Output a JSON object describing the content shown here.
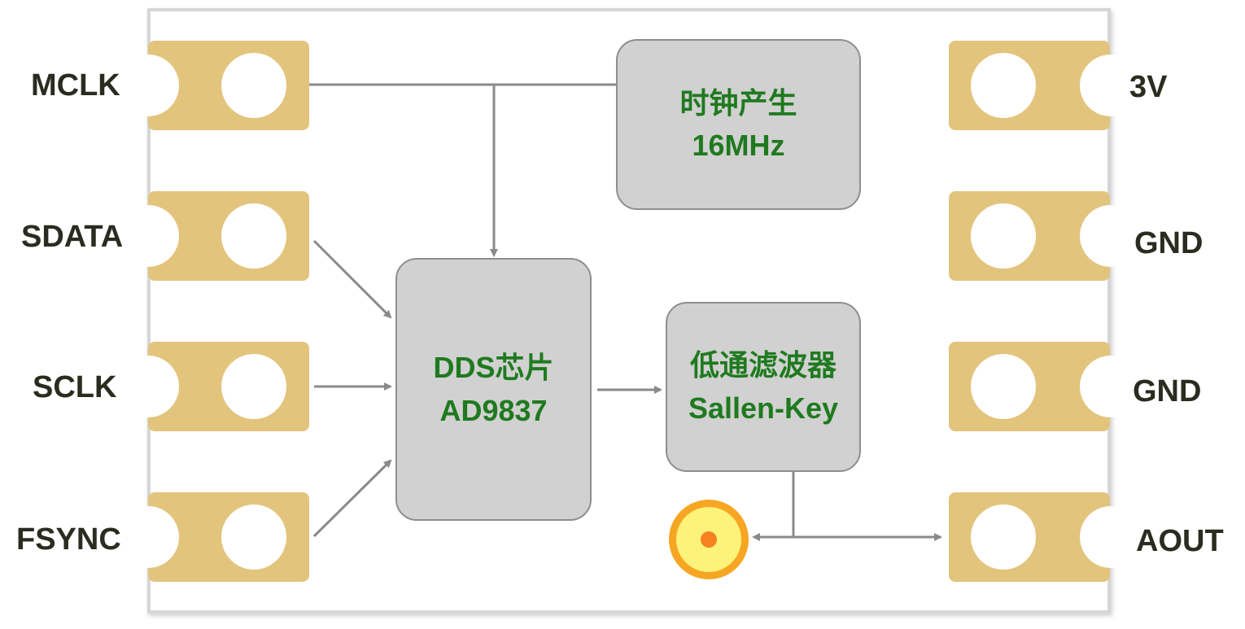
{
  "pins_left": [
    {
      "id": "mclk",
      "label": "MCLK"
    },
    {
      "id": "sdata",
      "label": "SDATA"
    },
    {
      "id": "sclk",
      "label": "SCLK"
    },
    {
      "id": "fsync",
      "label": "FSYNC"
    }
  ],
  "pins_right": [
    {
      "id": "3v",
      "label": "3V"
    },
    {
      "id": "gnd1",
      "label": "GND"
    },
    {
      "id": "gnd2",
      "label": "GND"
    },
    {
      "id": "aout",
      "label": "AOUT"
    }
  ],
  "blocks": {
    "clock": {
      "line1": "时钟产生",
      "line2": "16MHz"
    },
    "dds": {
      "line1": "DDS芯片",
      "line2": "AD9837"
    },
    "filter": {
      "line1": "低通滤波器",
      "line2": "Sallen-Key"
    }
  },
  "colors": {
    "pad": "#e3c47d",
    "block_fill": "#d1d1d1",
    "block_text": "#1f7a1f",
    "label_text": "#2b2b20",
    "wire": "#8a8a8a",
    "test_point_outer": "#f6a623",
    "test_point_inner": "#fdf27a",
    "test_point_dot": "#f5821f"
  }
}
